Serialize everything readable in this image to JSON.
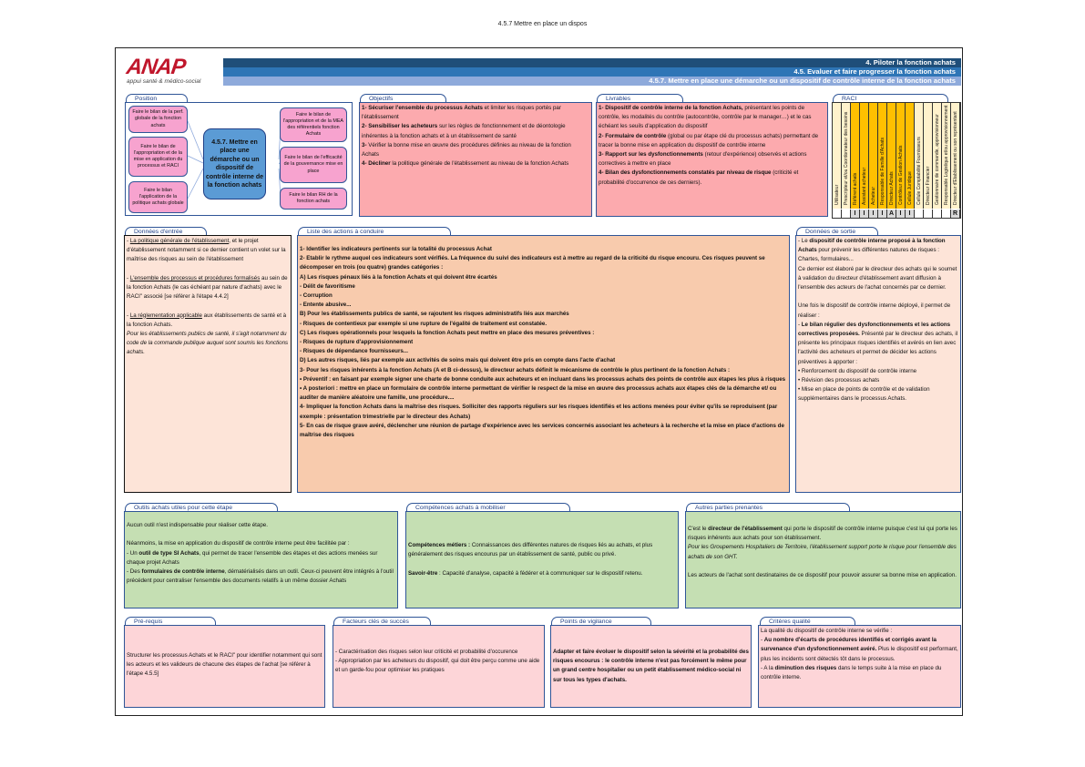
{
  "page_title": "4.5.7 Mettre en place un dispos",
  "logo": {
    "word": "ANAP",
    "sub": "appui santé & médico-social"
  },
  "header": {
    "level1": "4. Piloter la fonction achats",
    "level2": "4.5. Evaluer et faire progresser la fonction achats",
    "level3": "4.5.7. Mettre en place une démarche ou un dispositif de contrôle interne de la fonction achats",
    "colors": {
      "level1": "#1f4e79",
      "level2": "#2e75b6",
      "level3": "#8eaadb"
    }
  },
  "position": {
    "label": "Position",
    "center": "4.5.7. Mettre en place une démarche ou un dispositif de contrôle interne de la fonction achats",
    "left": [
      "Faire le bilan de la perf. globale de la fonction achats",
      "Faire le bilan de l'appropriation et de la mise en application du processus et RACI",
      "Faire le bilan l'application de la politique achats globale"
    ],
    "right": [
      "Faire le bilan de l'appropriation et de la MEA des référentiels fonction Achats",
      "Faire le bilan de l'efficacité de la gouvernance mise en place",
      "Faire le bilan RH de la fonction achats"
    ]
  },
  "objectifs": {
    "label": "Objectifs",
    "lines": [
      [
        {
          "t": "1- Sécuriser l'ensemble du processus Achats",
          "s": "b"
        },
        {
          "t": " et limiter les risques portés par l'établissement"
        }
      ],
      [
        {
          "t": "2- Sensibiliser les acheteurs",
          "s": "b"
        },
        {
          "t": " sur les règles de fonctionnement et de déontologie inhérentes à la fonction achats et à un établissement de santé"
        }
      ],
      [
        {
          "t": "3-",
          "s": "b"
        },
        {
          "t": " Vérifier la bonne mise en œuvre des procédures définies au niveau de la fonction Achats"
        }
      ],
      [
        {
          "t": "4- Décliner",
          "s": "b"
        },
        {
          "t": " la politique générale de l'établissement au niveau de la fonction Achats"
        }
      ]
    ]
  },
  "livrables": {
    "label": "Livrables",
    "lines": [
      [
        {
          "t": "1- Dispositif de contrôle interne de la fonction Achats,",
          "s": "b"
        },
        {
          "t": " présentant les points de contrôle, les modalités du contrôle (autocontrôle, contrôle par le manager…) et le cas échéant les seuils d'application du dispositif"
        }
      ],
      [
        {
          "t": "2- Formulaire de contrôle",
          "s": "b"
        },
        {
          "t": " (global ou par étape clé du processus achats) permettant de tracer la bonne mise en application du dispositif de contrôle interne"
        }
      ],
      [
        {
          "t": "3- Rapport sur les dysfonctionnements",
          "s": "b"
        },
        {
          "t": " (retour d'expérience) observés et actions correctives à mettre en place"
        }
      ],
      [
        {
          "t": "4- Bilan des dysfonctionnements constatés par niveau de risque",
          "s": "b"
        },
        {
          "t": " (criticité et probabilité d'occurrence de ces derniers)."
        }
      ]
    ]
  },
  "raci": {
    "label": "RACI",
    "colors": {
      "highlight": "#ffc000",
      "normal": "#fff2cc"
    },
    "roles": [
      {
        "name": "Utilisateur",
        "value": "",
        "highlight": false
      },
      {
        "name": "Prescripteur et/ou Coordonnateur des besoins",
        "value": "",
        "highlight": false
      },
      {
        "name": "Référent achats",
        "value": "I",
        "highlight": true
      },
      {
        "name": "Assistant acheteur",
        "value": "I",
        "highlight": true
      },
      {
        "name": "Acheteur",
        "value": "I",
        "highlight": true
      },
      {
        "name": "Responsable de Famille d'Achats",
        "value": "I",
        "highlight": true
      },
      {
        "name": "Directeur Achats",
        "value": "A",
        "highlight": true
      },
      {
        "name": "Contrôleur de Gestion Achats",
        "value": "I",
        "highlight": true
      },
      {
        "name": "Cellule Juridique",
        "value": "I",
        "highlight": true
      },
      {
        "name": "Cellule Comptabilité Fournisseurs",
        "value": "",
        "highlight": false
      },
      {
        "name": "Directeur Financier",
        "value": "",
        "highlight": false
      },
      {
        "name": "Gestionnaire de commande, approvisionneur",
        "value": "",
        "highlight": false
      },
      {
        "name": "Responsable Logistique et/ou approvisionnement",
        "value": "",
        "highlight": false
      },
      {
        "name": "Directeur d'Etablissement ou son représentant",
        "value": "R",
        "highlight": false
      }
    ]
  },
  "donnees_entree": {
    "label": "Données d'entrée",
    "lines": [
      [
        {
          "t": "- "
        },
        {
          "t": "La politique générale de l'établissement",
          "s": "u"
        },
        {
          "t": ", et le projet d'établissement notamment si ce dernier contient un volet sur la maîtrise des risques au sein de l'établissement"
        }
      ],
      [],
      [
        {
          "t": "- "
        },
        {
          "t": "L'ensemble des processus et procédures formalisés",
          "s": "u"
        },
        {
          "t": " au sein de la fonction Achats (le cas échéant par nature d'achats) avec le RACI\" associé [se référer à l'étape 4.4.2]"
        }
      ],
      [],
      [
        {
          "t": "- "
        },
        {
          "t": "La réglementation applicable",
          "s": "u"
        },
        {
          "t": " aux établissements de santé et à la fonction Achats."
        }
      ],
      [
        {
          "t": "Pour les établissements publics de santé, il s'agit notamment du code de la commande publique auquel sont soumis les fonctions achats.",
          "s": "i"
        }
      ]
    ]
  },
  "liste_actions": {
    "label": "Liste des actions à conduire",
    "lines": [
      [
        {
          "t": "1- Identifier les indicateurs pertinents sur la totalité du processus Achat"
        }
      ],
      [
        {
          "t": "2- Etablir le rythme auquel ces indicateurs sont vérifiés. La fréquence du suivi des indicateurs est à mettre au regard de la criticité du risque encouru. Ces risques peuvent se décomposer en trois (ou quatre) grandes catégories :"
        }
      ],
      [
        {
          "t": "A) Les risques pénaux liés à la fonction Achats et qui doivent être écartés"
        }
      ],
      [
        {
          "t": "  - Délit de favoritisme"
        }
      ],
      [
        {
          "t": "  - Corruption"
        }
      ],
      [
        {
          "t": "  - Entente abusive..."
        }
      ],
      [
        {
          "t": "B) Pour les établissements publics de santé, se rajoutent les risques administratifs liés aux marchés"
        }
      ],
      [
        {
          "t": "  - Risques de contentieux par exemple si une rupture de l'égalité de traitement est constatée."
        }
      ],
      [
        {
          "t": "C) Les risques opérationnels pour lesquels la fonction Achats peut mettre en place des mesures préventives :"
        }
      ],
      [
        {
          "t": "  - Risques de rupture d'approvisionnement"
        }
      ],
      [
        {
          "t": "  - Risques de dépendance fournisseurs..."
        }
      ],
      [
        {
          "t": "D) Les autres risques, liés par exemple aux activités de soins mais qui doivent être pris en compte dans l'acte d'achat"
        }
      ],
      [
        {
          "t": "3- Pour les risques inhérents à la fonction Achats (A et B ci-dessus), le directeur achats définit le mécanisme de contrôle le plus pertinent de la fonction Achats :"
        }
      ],
      [
        {
          "t": " • Préventif : en faisant par exemple signer une charte de bonne conduite aux acheteurs et en incluant dans les processus achats des points de contrôle aux étapes les plus à risques"
        }
      ],
      [
        {
          "t": " • A posteriori : mettre en place un formulaire de contrôle interne permettant de vérifier le respect de la mise en œuvre des processus achats aux étapes clés de la démarche et/ ou auditer de manière aléatoire une famille, une procédure...."
        }
      ],
      [
        {
          "t": "4- Impliquer la fonction Achats dans la maîtrise des risques. Solliciter des rapports réguliers sur les risques identifiés et les actions menées pour éviter qu'ils se reproduisent (par exemple : présentation trimestrielle par le directeur des Achats)"
        }
      ],
      [
        {
          "t": "5- En cas de risque grave avéré, déclencher une réunion de partage d'expérience avec les services concernés associant les acheteurs à la recherche et la mise en place d'actions de maîtrise des risques"
        }
      ]
    ]
  },
  "donnees_sortie": {
    "label": "Données de sortie",
    "lines": [
      [
        {
          "t": "- Le "
        },
        {
          "t": "dispositif de contrôle interne proposé à la fonction Achats",
          "s": "b"
        },
        {
          "t": " pour prévenir les différentes natures de risques : Chartes, formulaires..."
        }
      ],
      [
        {
          "t": "Ce dernier est élaboré par le directeur des achats qui le soumet à validation du directeur d'établissement avant diffusion à l'ensemble des acteurs de l'achat concernés par ce dernier."
        }
      ],
      [],
      [
        {
          "t": "Une fois le dispositif de contrôle interne déployé, il permet de réaliser :"
        }
      ],
      [
        {
          "t": "-  "
        },
        {
          "t": "Le bilan régulier des dysfonctionnements et les actions correctives proposées.",
          "s": "b"
        },
        {
          "t": " Présenté par le directeur des achats, il présente les principaux risques identifiés et avérés en lien avec l'activité des acheteurs et permet de décider les actions préventives à apporter :"
        }
      ],
      [
        {
          "t": " • Renforcement du dispositif de contrôle interne"
        }
      ],
      [
        {
          "t": " • Révision des processus achats"
        }
      ],
      [
        {
          "t": " • Mise en place de points de contrôle et de validation supplémentaires dans le processus Achats."
        }
      ]
    ]
  },
  "outils": {
    "label": "Outils achats utiles pour cette étape",
    "lines": [
      [
        {
          "t": "Aucun outil n'est indispensable pour réaliser cette étape."
        }
      ],
      [],
      [
        {
          "t": "Néanmoins, la mise en application du dispositif de contrôle interne peut être facilitée par :"
        }
      ],
      [
        {
          "t": "- Un "
        },
        {
          "t": "outil de type SI Achats",
          "s": "b"
        },
        {
          "t": ", qui permet de tracer l'ensemble des étapes et des actions menées sur chaque projet Achats"
        }
      ],
      [
        {
          "t": "- Des "
        },
        {
          "t": "formulaires de contrôle interne",
          "s": "b"
        },
        {
          "t": ", dématérialisés dans un outil. Ceux-ci peuvent être intégrés à l'outil précédent pour centraliser l'ensemble des documents relatifs à un même dossier Achats"
        }
      ]
    ]
  },
  "competences": {
    "label": "Compétences achats à mobiliser",
    "lines": [
      [
        {
          "t": "Compétences métiers :",
          "s": "b"
        },
        {
          "t": " Connaissances des différentes natures de risques liés au achats, et plus généralement des risques encourus par un établissement de santé, public ou privé."
        }
      ],
      [],
      [
        {
          "t": "Savoir-être",
          "s": "b"
        },
        {
          "t": " : Capacité d'analyse, capacité à fédérer et à communiquer sur le dispositif retenu."
        }
      ]
    ]
  },
  "autres_parties": {
    "label": "Autres parties prenantes",
    "lines": [
      [
        {
          "t": "C'est le "
        },
        {
          "t": "directeur de l'établissement",
          "s": "b"
        },
        {
          "t": " qui porte le dispositif de contrôle interne puisque c'est lui qui porte les risques inhérents aux achats pour son établissement."
        }
      ],
      [
        {
          "t": "Pour les Groupements Hospitaliers de Territoire, l'établissement support porte le risque pour l'ensemble des achats de son GHT.",
          "s": "i"
        }
      ],
      [],
      [
        {
          "t": "Les acteurs de l'achat sont destinataires de ce dispositif pour pouvoir assurer sa bonne mise en application."
        }
      ]
    ]
  },
  "prerequis": {
    "label": "Pré-requis",
    "lines": [
      [
        {
          "t": "Structurer les processus Achats et le RACI\" pour identifier notamment qui sont les acteurs et les valideurs de chacune des étapes de l'achat [se référer à l'étape 4.5.5]"
        }
      ]
    ]
  },
  "facteurs": {
    "label": "Facteurs clés de succès",
    "lines": [
      [
        {
          "t": "- Caractérisation des risques selon leur criticité et probabilité d'occurence"
        }
      ],
      [
        {
          "t": "- Appropriation par les acheteurs du dispositif, qui doit être perçu comme une aide et un garde-fou pour optimiser les pratiques"
        }
      ]
    ]
  },
  "vigilance": {
    "label": "Points de vigilance",
    "lines": [
      [
        {
          "t": "Adapter et faire évoluer le dispositif selon la sévérité et la probabilité des risques encourus : le contrôle interne n'est pas forcément le même pour un grand centre hospitalier ou un petit établissement médico-social ni sur tous les types d'achats.",
          "s": "b"
        }
      ]
    ]
  },
  "criteres": {
    "label": "Critères qualité",
    "lines": [
      [
        {
          "t": "La qualité du dispositif de contrôle interne se vérifie :"
        }
      ],
      [
        {
          "t": "- "
        },
        {
          "t": "Au nombre d'écarts de procédures identifiés et corrigés avant la survenance d'un dysfonctionnement avéré.",
          "s": "b"
        },
        {
          "t": " Plus le dispositif est performant, plus les incidents sont détectés tôt dans le processus."
        }
      ],
      [
        {
          "t": "- A la "
        },
        {
          "t": "diminution des risques",
          "s": "b"
        },
        {
          "t": " dans le temps suite à la mise en place du contrôle interne."
        }
      ]
    ]
  }
}
